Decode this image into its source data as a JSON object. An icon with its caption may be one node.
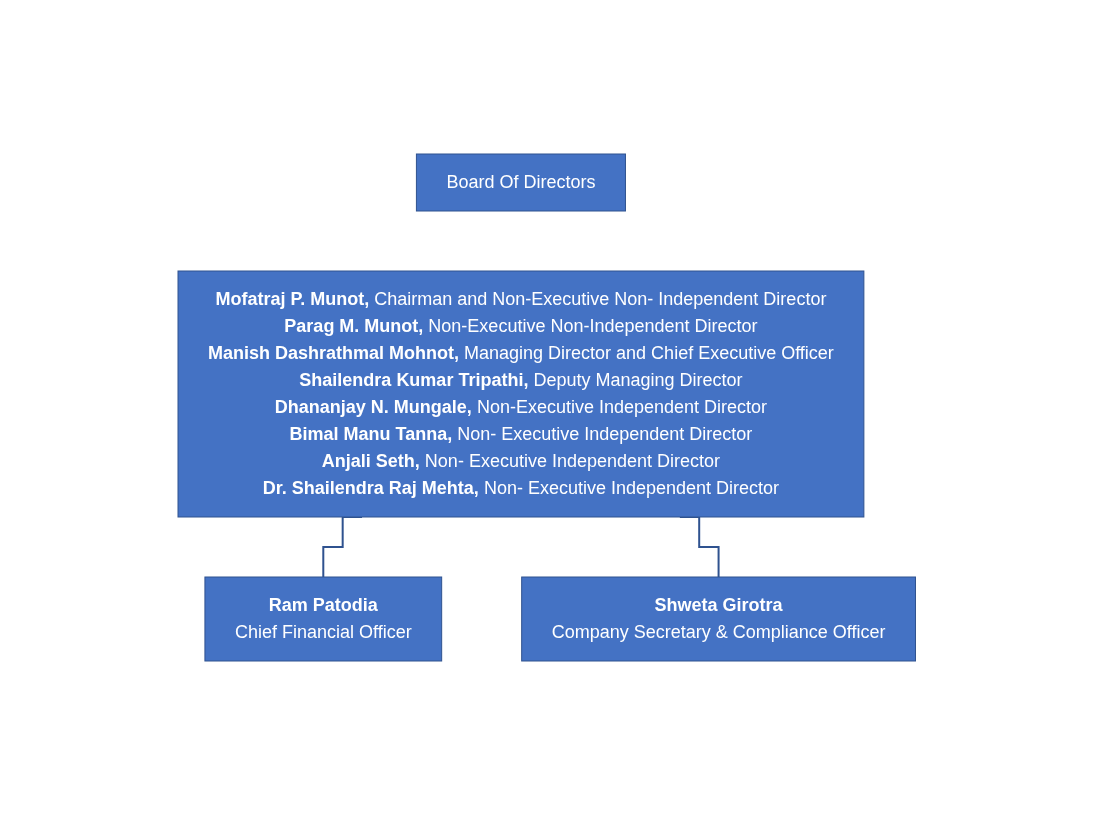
{
  "diagram": {
    "nodes": [
      {
        "text": [
          "Board Of Directors"
        ]
      },
      {
        "text": [
          "**Mofatraj P. Munot,** Chairman and Non-Executive Non- Independent Director",
          "**Parag M. Munot,** Non-Executive Non-Independent Director",
          "**Manish Dashrathmal Mohnot,** Managing Director and Chief Executive Officer",
          "**Shailendra Kumar Tripathi,** Deputy Managing Director",
          "**Dhananjay N. Mungale,** Non-Executive Independent Director",
          "**Bimal Manu Tanna,** Non- Executive Independent Director",
          "**Anjali Seth,** Non- Executive Independent Director",
          "**Dr. Shailendra Raj Mehta,** Non- Executive Independent Director"
        ]
      },
      {
        "text": [
          "Ram Patodia",
          "Chief Financial Officer"
        ]
      },
      {
        "text": [
          "Shweta Girotra",
          "Company Secretary & Compliance Officer"
        ]
      }
    ],
    "edges": [
      {
        "from": 1,
        "to": 2,
        "arrow": "none"
      },
      {
        "from": 1,
        "to": 3,
        "arrow": "none"
      }
    ]
  }
}
